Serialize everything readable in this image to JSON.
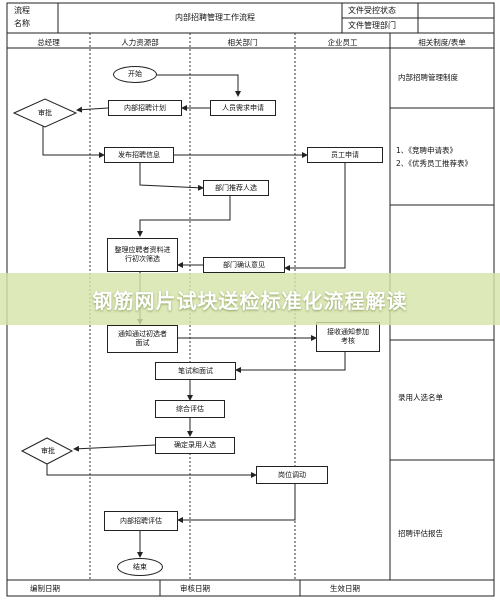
{
  "header": {
    "process_label": "流程",
    "name_label": "名称",
    "title": "内部招聘管理工作流程",
    "file_control_status_label": "文件受控状态",
    "file_management_dept_label": "文件管理部门"
  },
  "columns": [
    "总经理",
    "人力资源部",
    "相关部门",
    "企业员工",
    "相关制度/表单"
  ],
  "boxes": {
    "start": "开始",
    "approve_top": "审批",
    "internal_plan": "内部招聘计划",
    "staff_request": "人员需求申请",
    "publish_info": "发布招聘信息",
    "employee_apply": "员工申请",
    "dept_recommend": "部门推荐人选",
    "organize_materials": "整理应聘者资料进行初次筛选",
    "dept_opinion": "部门确认意见",
    "notify_candidates": "通知通过初选者面试",
    "receive_notice": "接收通知参加考核",
    "written_interview": "笔试和面试",
    "comprehensive_eval": "综合评估",
    "confirm_hire": "确定录用人选",
    "approve_bottom": "审批",
    "post_transfer": "岗位调动",
    "internal_eval": "内部招聘评估",
    "end": "结束"
  },
  "notes": {
    "system": "内部招聘管理制度",
    "form1": "1、《竞聘申请表》",
    "form2": "2、《优秀员工推荐表》",
    "hire_list": "录用人选名单",
    "eval_report": "招聘评估报告"
  },
  "footer": {
    "prepared_date": "编制日期",
    "reviewed_date": "审核日期",
    "effective_date": "生效日期"
  },
  "banner": "钢筋网片试块送检标准化流程解读"
}
